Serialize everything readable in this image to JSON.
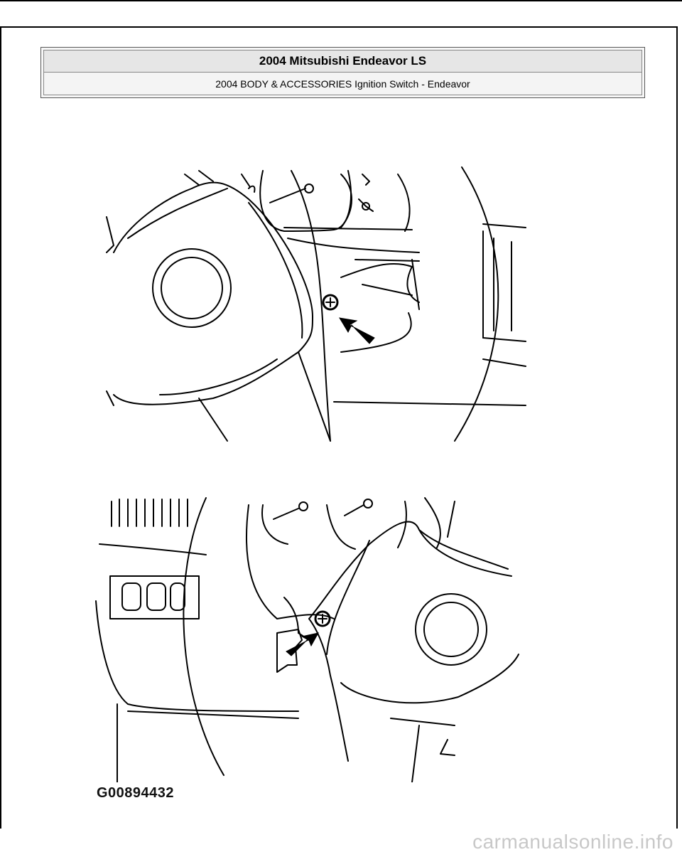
{
  "header": {
    "title": "2004 Mitsubishi Endeavor LS",
    "subtitle": "2004 BODY & ACCESSORIES Ignition Switch - Endeavor"
  },
  "figure": {
    "id_label": "G00894432"
  },
  "watermark": "carmanualsonline.info"
}
